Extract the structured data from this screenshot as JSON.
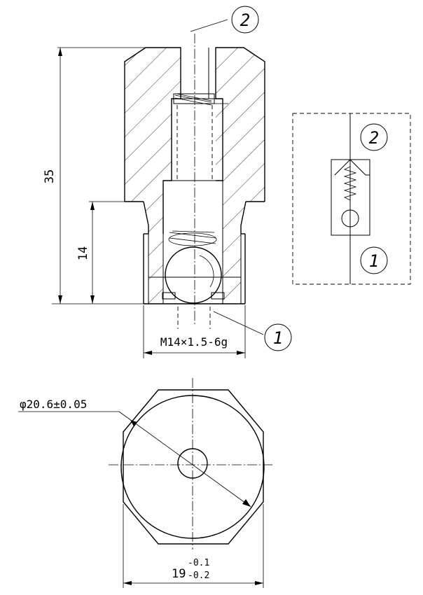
{
  "section_view": {
    "dim_height_total": "35",
    "dim_height_lower": "14",
    "thread_label": "M14×1.5-6g",
    "callout_top": "2",
    "callout_bottom": "1"
  },
  "schematic": {
    "port_top": "2",
    "port_bottom": "1"
  },
  "end_view": {
    "diameter_label": "φ20.6±0.05",
    "across_flats_nominal": "19",
    "tol_upper": "-0.1",
    "tol_lower": "-0.2"
  }
}
